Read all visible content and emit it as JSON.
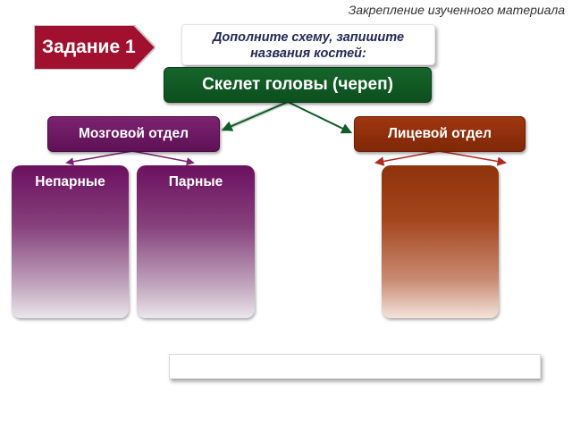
{
  "header": {
    "note": "Закрепление изученного материала"
  },
  "task": {
    "label": "Задание 1",
    "color": "#a1112f"
  },
  "instruction": {
    "line1": "Дополните схему, запишите",
    "line2": "названия костей:"
  },
  "diagram": {
    "root": {
      "label": "Скелет головы (череп)",
      "color": "#0f5c26"
    },
    "brain_section": {
      "label": "Мозговой отдел",
      "color": "#6a1a60",
      "children": [
        {
          "label": "Непарные"
        },
        {
          "label": "Парные"
        }
      ]
    },
    "face_section": {
      "label": "Лицевой отдел",
      "color": "#8e2f0b",
      "children": [
        {
          "label": ""
        }
      ]
    },
    "answer_field": {
      "value": ""
    }
  }
}
